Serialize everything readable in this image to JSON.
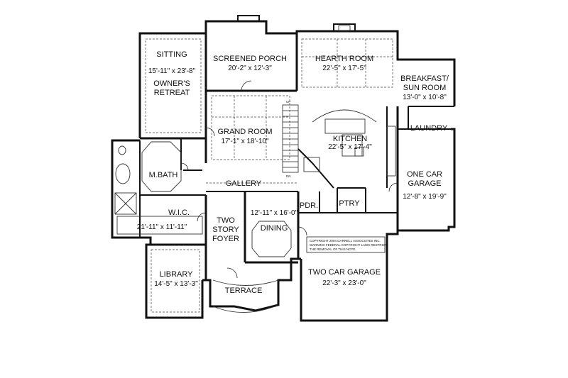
{
  "rooms": {
    "sitting": {
      "name": "SITTING",
      "dims": "15'-11\" x 23'-8\""
    },
    "owners": {
      "name1": "OWNER'S",
      "name2": "RETREAT"
    },
    "porch": {
      "name": "SCREENED PORCH",
      "dims": "20'-2\" x 12'-3\""
    },
    "hearth": {
      "name": "HEARTH ROOM",
      "dims": "22'-5\" x 17'-5\""
    },
    "breakfast": {
      "name1": "BREAKFAST/",
      "name2": "SUN ROOM",
      "dims": "13'-0\" x 10'-8\""
    },
    "grand": {
      "name": "GRAND ROOM",
      "dims": "17'-1\" x 18'-10\""
    },
    "kitchen": {
      "name": "KITCHEN",
      "dims": "22'-5\" x 17'-4\""
    },
    "laundry": {
      "name": "LAUNDRY"
    },
    "onecar": {
      "name1": "ONE CAR",
      "name2": "GARAGE",
      "dims": "12'-8\" x 19'-9\""
    },
    "mbath": {
      "name": "M.BATH"
    },
    "gallery": {
      "name": "GALLERY"
    },
    "wic": {
      "name": "W.I.C.",
      "dims": "21'-11\" x 11'-11\""
    },
    "pdr": {
      "name": "PDR."
    },
    "ptry": {
      "name": "PTRY"
    },
    "foyer": {
      "name1": "TWO",
      "name2": "STORY",
      "name3": "FOYER"
    },
    "dining": {
      "name": "DINING",
      "dims": "12'-11\" x 16'-0\""
    },
    "library": {
      "name": "LIBRARY",
      "dims": "14'-5\" x 13'-3\""
    },
    "terrace": {
      "name": "TERRACE"
    },
    "twocar": {
      "name": "TWO CAR GARAGE",
      "dims": "22'-3\" x 23'-0\""
    }
  },
  "notes": {
    "up": "UP",
    "dn": "DN",
    "copyright1": "COPYRIGHT 2004 GARRELL ASSOCIATES INC.",
    "copyright2": "WARNING FEDERAL COPYRIGHT LAWS RESTRICT",
    "copyright3": "THE REMOVAL OF THIS NOTE."
  }
}
